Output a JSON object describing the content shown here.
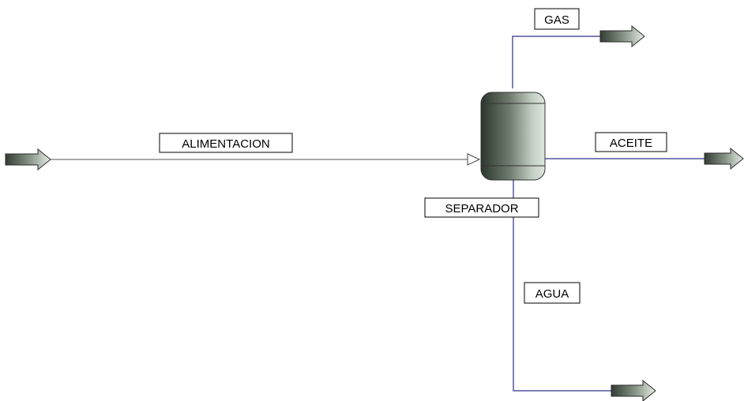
{
  "flowsheet": {
    "unit": {
      "label": "SEPARADOR",
      "icon": "separator-vessel-icon"
    },
    "streams": [
      {
        "id": "feed",
        "label": "ALIMENTACION",
        "icon": "material-stream-arrow-icon"
      },
      {
        "id": "gas",
        "label": "GAS",
        "icon": "material-stream-arrow-icon"
      },
      {
        "id": "oil",
        "label": "ACEITE",
        "icon": "material-stream-arrow-icon"
      },
      {
        "id": "water",
        "label": "AGUA",
        "icon": "material-stream-arrow-icon"
      }
    ]
  },
  "colors": {
    "feed_line": "#555555",
    "product_lines": "#30308a",
    "stream_arrow_dark": "#333d33",
    "stream_arrow_light": "#e6eee6",
    "vessel_dark": "#2c362c",
    "vessel_light": "#dfe8df"
  }
}
